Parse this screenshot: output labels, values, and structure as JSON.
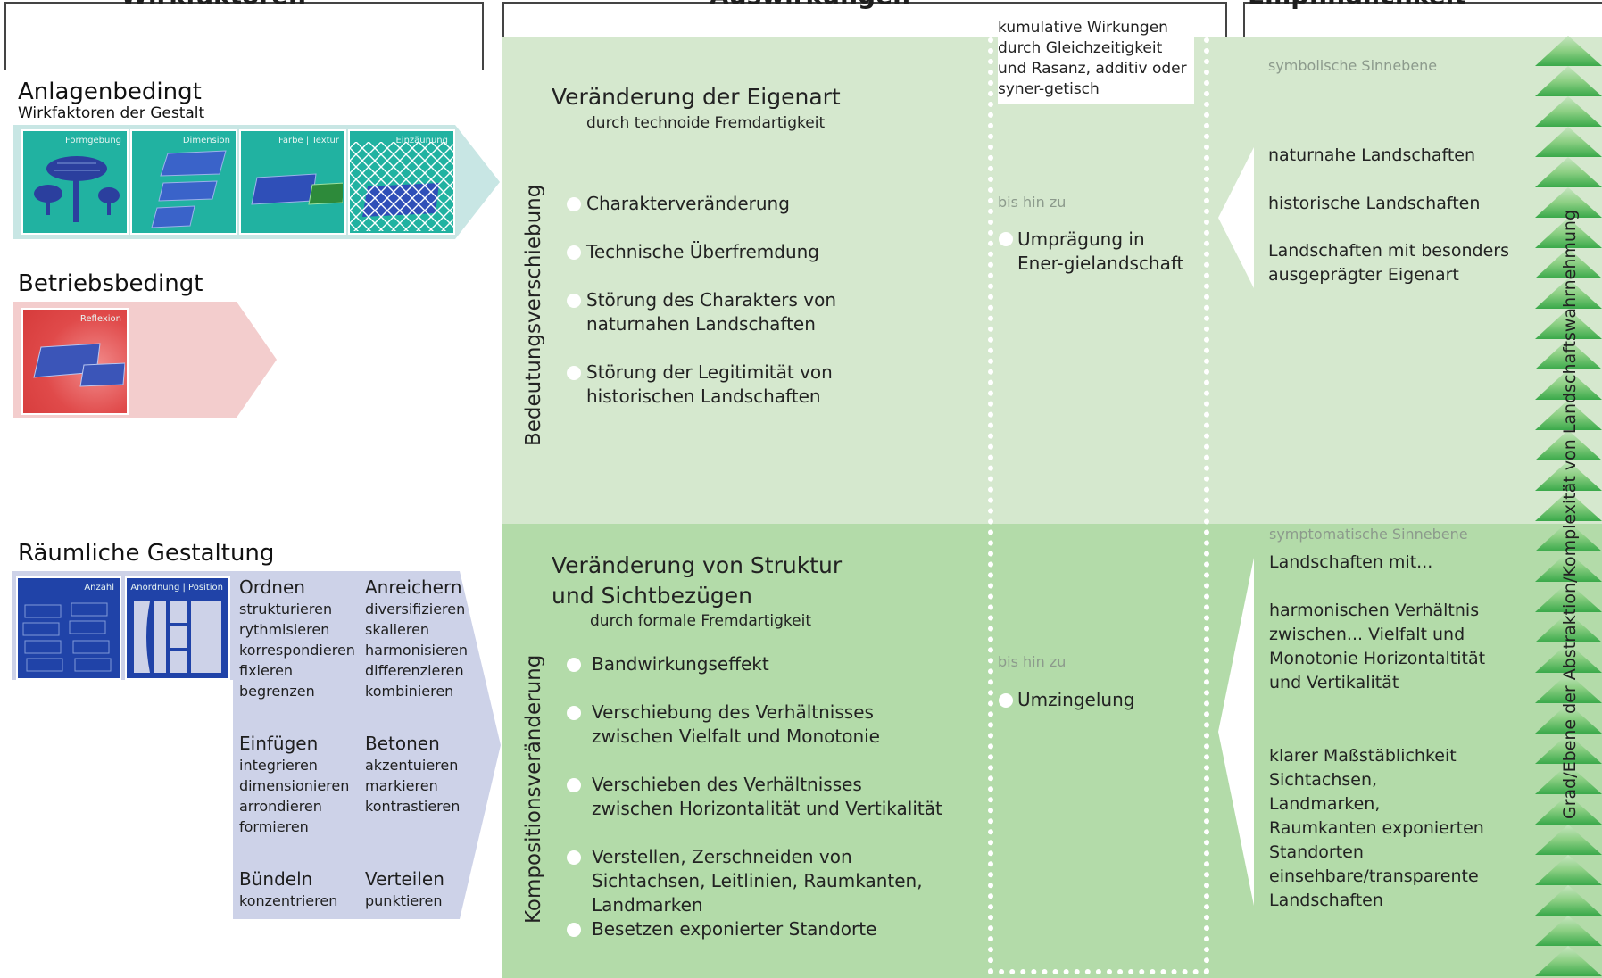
{
  "headers": {
    "wirkfaktoren": "Wirkfaktoren",
    "auswirkungen": "Auswirkungen",
    "empfindlichkeit": "Empfindlichkeit"
  },
  "anlagen": {
    "title": "Anlagenbedingt",
    "subtitle": "Wirkfaktoren der Gestalt",
    "tiles": [
      "Formgebung",
      "Dimension",
      "Farbe | Textur",
      "Einzäunung"
    ]
  },
  "betrieb": {
    "title": "Betriebsbedingt",
    "tile": "Reflexion"
  },
  "raum": {
    "title": "Räumliche Gestaltung",
    "tiles": [
      "Anzahl",
      "Anordnung | Position"
    ],
    "groups": [
      {
        "head": "Ordnen",
        "verbs": [
          "strukturieren",
          "rythmisieren",
          "korrespondieren",
          "fixieren",
          "begrenzen"
        ]
      },
      {
        "head": "Anreichern",
        "verbs": [
          "diversifizieren",
          "skalieren",
          "harmonisieren",
          "differenzieren",
          "kombinieren"
        ]
      },
      {
        "head": "Einfügen",
        "verbs": [
          "integrieren",
          "dimensionieren",
          "arrondieren",
          "formieren"
        ]
      },
      {
        "head": "Betonen",
        "verbs": [
          "akzentuieren",
          "markieren",
          "kontrastieren"
        ]
      },
      {
        "head": "Bündeln",
        "verbs": [
          "konzentrieren"
        ]
      },
      {
        "head": "Verteilen",
        "verbs": [
          "punktieren"
        ]
      }
    ]
  },
  "upper": {
    "side_label": "Bedeutungsverschiebung",
    "title": "Veränderung der Eigenart",
    "subtitle": "durch technoide Fremdartigkeit",
    "items": [
      "Charakterveränderung",
      "Technische Überfremdung",
      "Störung des Charakters von naturnahen Landschaften",
      "Störung der Legitimität von historischen Landschaften"
    ]
  },
  "lower": {
    "side_label": "Kompositionsveränderung",
    "title": "Veränderung von Struktur und Sichtbezügen",
    "subtitle": "durch formale Fremdartigkeit",
    "items": [
      "Bandwirkungseffekt",
      "Verschiebung des Verhältnisses zwischen Vielfalt und Monotonie",
      "Verschieben des Verhältnisses zwischen Horizontalität und Vertikalität",
      "Verstellen, Zerschneiden von Sichtachsen, Leitlinien, Raumkanten, Landmarken",
      "Besetzen exponierter Standorte"
    ]
  },
  "cumulative": {
    "heading": "kumulative Wirkungen durch Gleichzeitigkeit und Rasanz, additiv oder syner-getisch",
    "bis1": "bis hin zu",
    "item1": "Umprägung in Ener-gielandschaft",
    "bis2": "bis hin zu",
    "item2": "Umzingelung"
  },
  "empf": {
    "upper_label": "symbolische Sinnebene",
    "upper_items": [
      "naturnahe Landschaften",
      "historische Landschaften",
      "Landschaften mit besonders ausgeprägter Eigenart"
    ],
    "lower_label": "symptomatische Sinnebene",
    "lower_intro": "Landschaften mit...",
    "lower_block1": "harmonischen Verhältnis zwischen... Vielfalt und Monotonie Horizontaltität und Vertikalität",
    "lower_block2": "klarer Maßstäblichkeit Sichtachsen, Landmarken, Raumkanten exponierten Standorten",
    "lower_block3": "einsehbare/transparente Landschaften"
  },
  "vertical_axis": "Grad/Ebene der Abstraktion/Komplexität von Landschaftswahrnehmung",
  "colors": {
    "teal": "#21b2a1",
    "blue": "#2043a8",
    "red": "#e04a4a",
    "pale_green": "#d5e8ce",
    "mid_green": "#b3dba9",
    "lavender": "#cdd2e8",
    "arrow_green": "#3aa94a"
  }
}
